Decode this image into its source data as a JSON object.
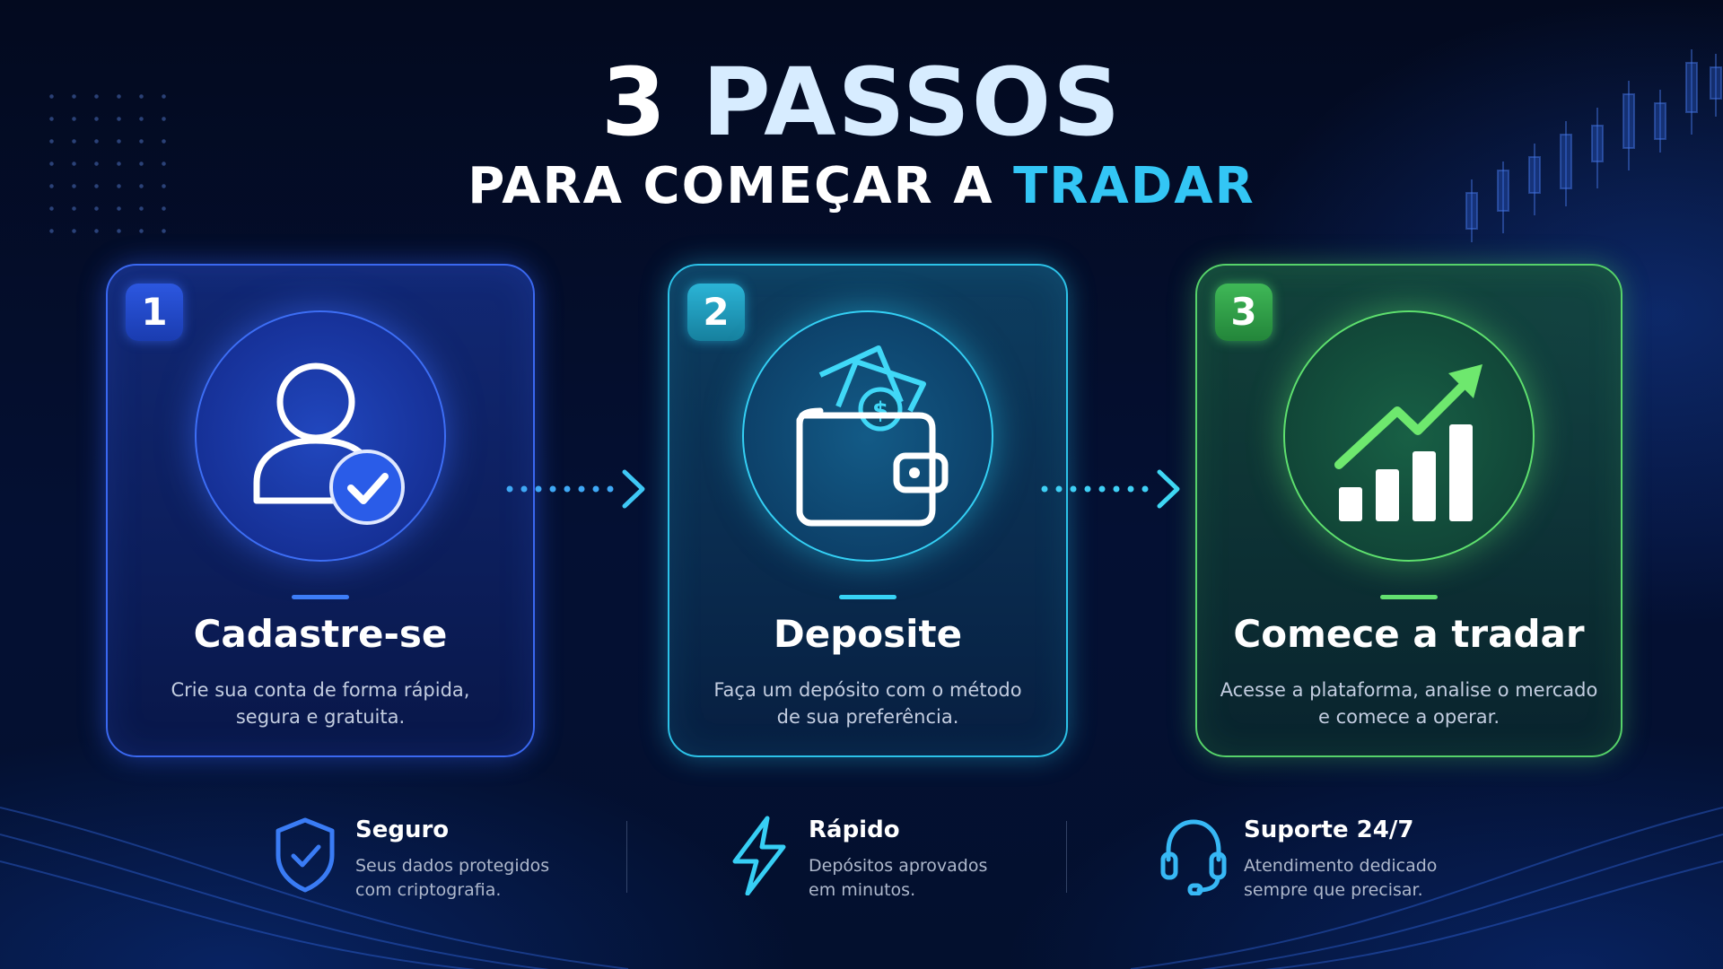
{
  "header": {
    "title_number": "3",
    "title_word": "PASSOS",
    "subtitle_plain": "PARA COMEÇAR A",
    "subtitle_highlight": "TRADAR"
  },
  "steps": [
    {
      "number": "1",
      "title": "Cadastre-se",
      "desc_line1": "Crie sua conta de forma rápida,",
      "desc_line2": "segura e gratuita.",
      "icon": "user-check-icon",
      "color": "#3d6ef5"
    },
    {
      "number": "2",
      "title": "Deposite",
      "desc_line1": "Faça um depósito com o método",
      "desc_line2": "de sua preferência.",
      "icon": "wallet-money-icon",
      "color": "#34d0f5"
    },
    {
      "number": "3",
      "title": "Comece a tradar",
      "desc_line1": "Acesse a plataforma, analise o mercado",
      "desc_line2": "e comece a operar.",
      "icon": "growth-chart-icon",
      "color": "#5ee06e"
    }
  ],
  "features": [
    {
      "title": "Seguro",
      "desc_line1": "Seus dados protegidos",
      "desc_line2": "com criptografia.",
      "icon": "shield-check-icon"
    },
    {
      "title": "Rápido",
      "desc_line1": "Depósitos aprovados",
      "desc_line2": "em minutos.",
      "icon": "lightning-icon"
    },
    {
      "title": "Suporte 24/7",
      "desc_line1": "Atendimento dedicado",
      "desc_line2": "sempre que precisar.",
      "icon": "headset-icon"
    }
  ],
  "colors": {
    "accent_cyan": "#33c6f5",
    "accent_blue": "#3d6ef5",
    "accent_green": "#5ee06e",
    "background": "#041033"
  }
}
